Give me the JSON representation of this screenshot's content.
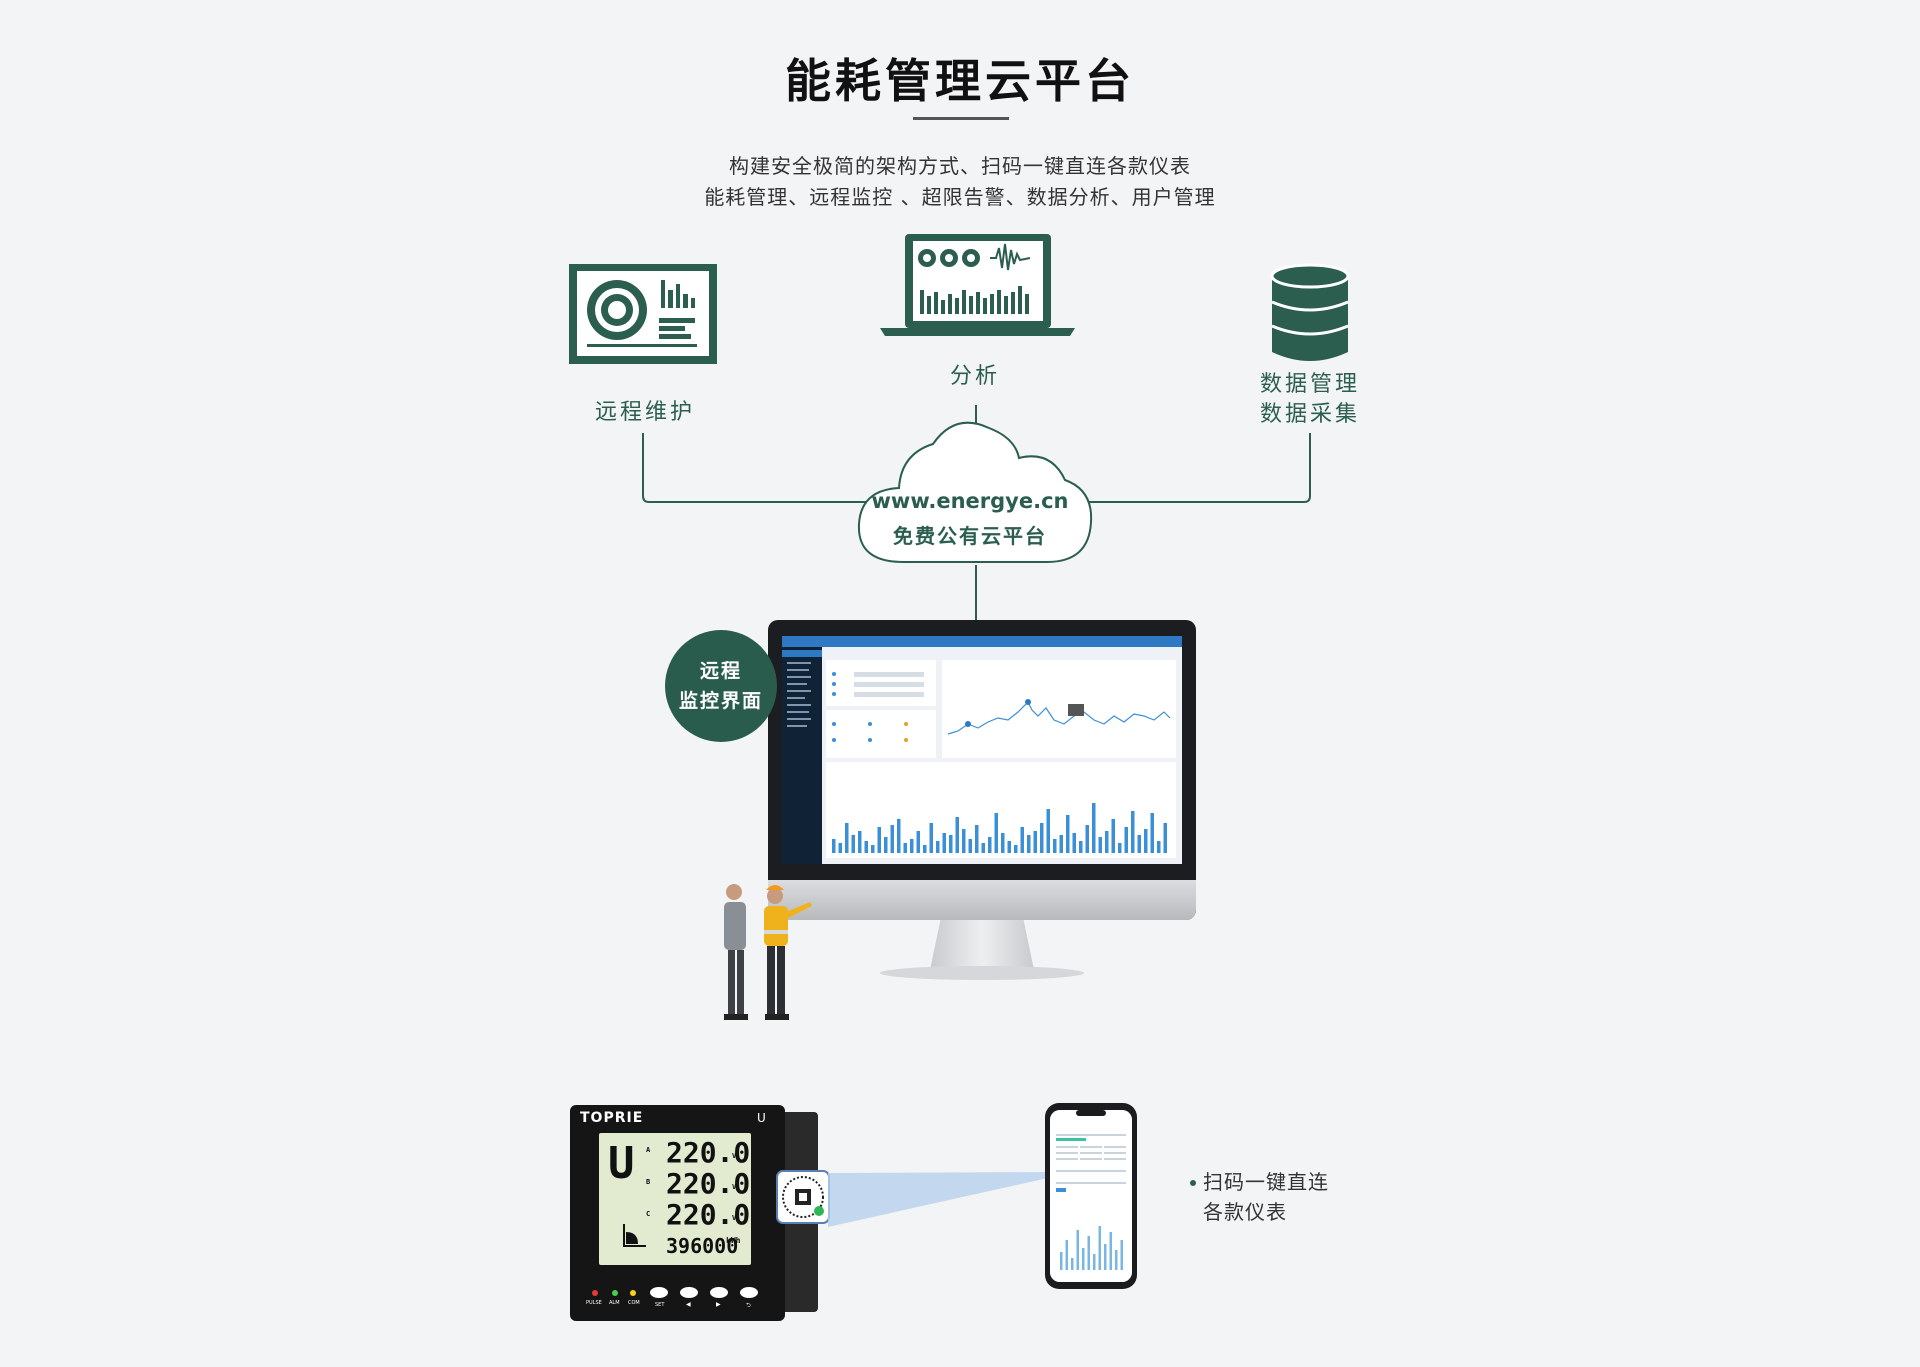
{
  "header": {
    "title": "能耗管理云平台",
    "subtitle_line1": "构建安全极简的架构方式、扫码一键直连各款仪表",
    "subtitle_line2": "能耗管理、远程监控 、超限告警、数据分析、用户管理"
  },
  "features": {
    "remote_maintenance": "远程维护",
    "analysis": "分析",
    "data_management": "数据管理",
    "data_collection": "数据采集"
  },
  "cloud": {
    "url": "www.energye.cn",
    "label": "免费公有云平台"
  },
  "monitor_badge": {
    "line1": "远程",
    "line2": "监控界面"
  },
  "meter": {
    "brand": "TOPRIE",
    "mode_indicator": "U",
    "mode_letter": "U",
    "phase_a": "A",
    "phase_b": "B",
    "phase_c": "C",
    "reading_a": "220.0",
    "reading_b": "220.0",
    "reading_c": "220.0",
    "unit": "V",
    "energy": "396000",
    "energy_unit": "kWh",
    "led_pulse": "PULSE",
    "led_alm": "ALM",
    "led_com": "COM",
    "btn_set": "SET",
    "btn_left": "◀",
    "btn_right": "▶",
    "btn_back": "⮌"
  },
  "scan_note": {
    "line1": "扫码一键直连",
    "line2": "各款仪表"
  },
  "colors": {
    "brand_green": "#2b5e4f",
    "chart_blue": "#3b8fd6",
    "page_bg": "#f3f4f6"
  }
}
